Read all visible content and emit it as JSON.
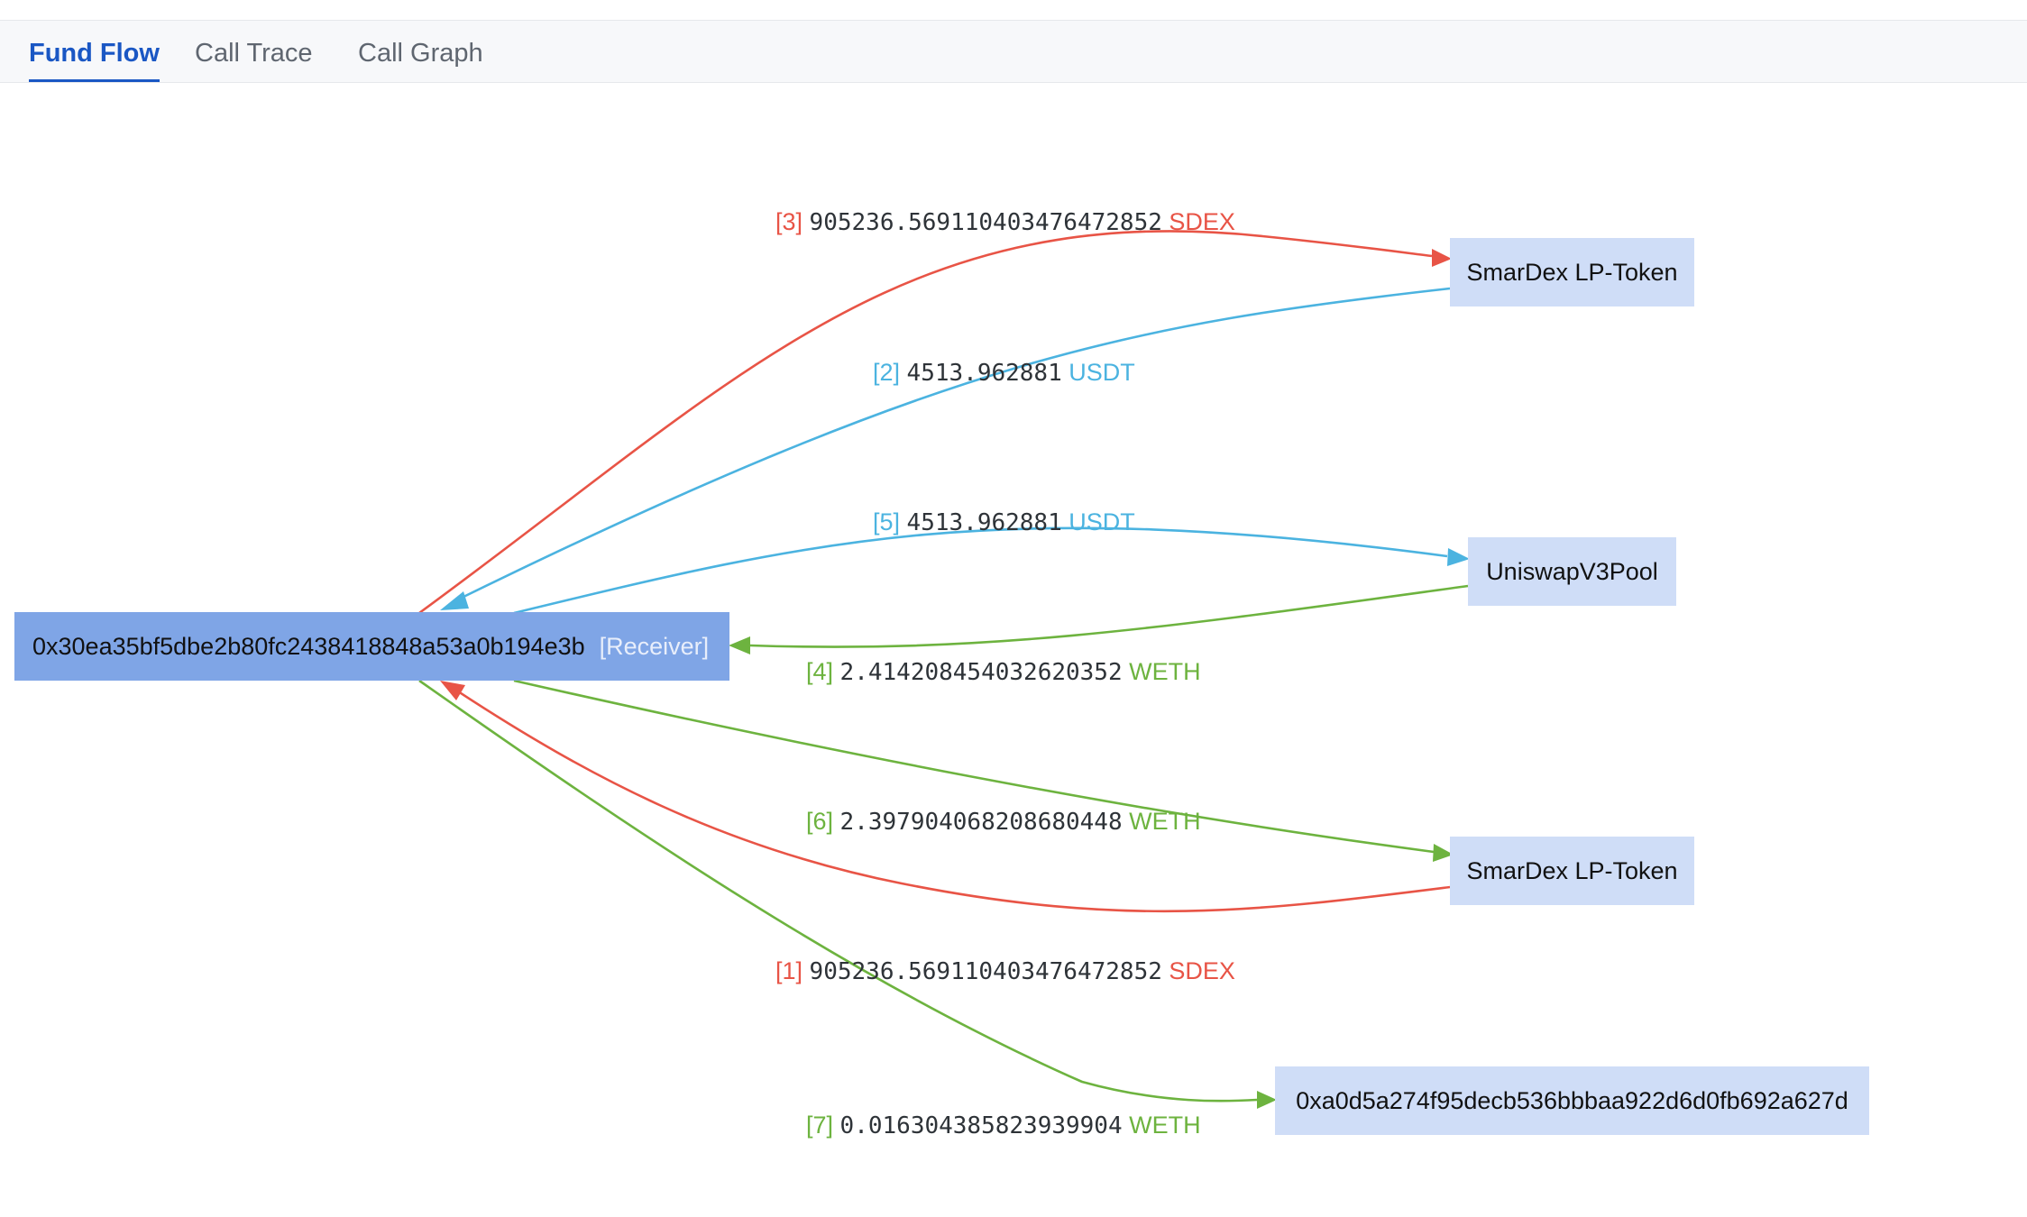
{
  "tabs": [
    {
      "label": "Fund Flow",
      "active": true
    },
    {
      "label": "Call Trace",
      "active": false
    },
    {
      "label": "Call Graph",
      "active": false
    }
  ],
  "colors": {
    "sdex": "#e85446",
    "usdt": "#4bb3e0",
    "weth": "#6db33f"
  },
  "nodes": {
    "receiver": {
      "address": "0x30ea35bf5dbe2b80fc2438418848a53a0b194e3b",
      "tag": "[Receiver]"
    },
    "lp_token_1": {
      "label": "SmarDex LP-Token"
    },
    "uniswap_pool": {
      "label": "UniswapV3Pool"
    },
    "lp_token_2": {
      "label": "SmarDex LP-Token"
    },
    "recipient": {
      "address": "0xa0d5a274f95decb536bbbaa922d6d0fb692a627d"
    }
  },
  "transfers": [
    {
      "index": "[1]",
      "amount": "905236.569110403476472852",
      "token": "SDEX"
    },
    {
      "index": "[2]",
      "amount": "4513.962881",
      "token": "USDT"
    },
    {
      "index": "[3]",
      "amount": "905236.569110403476472852",
      "token": "SDEX"
    },
    {
      "index": "[4]",
      "amount": "2.414208454032620352",
      "token": "WETH"
    },
    {
      "index": "[5]",
      "amount": "4513.962881",
      "token": "USDT"
    },
    {
      "index": "[6]",
      "amount": "2.397904068208680448",
      "token": "WETH"
    },
    {
      "index": "[7]",
      "amount": "0.016304385823939904",
      "token": "WETH"
    }
  ]
}
